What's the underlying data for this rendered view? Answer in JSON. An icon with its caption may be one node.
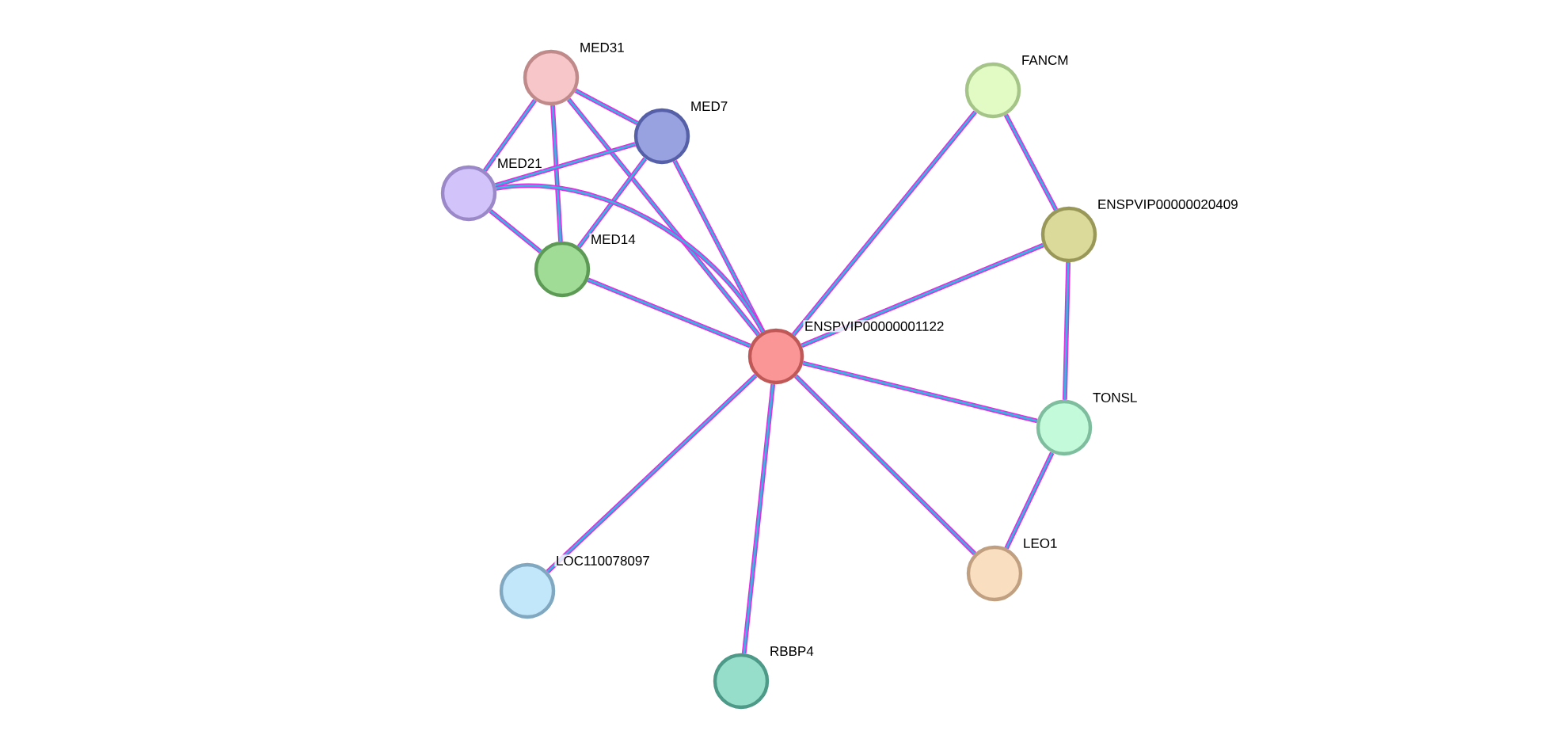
{
  "diagram": {
    "nodes": [
      {
        "text": [
          "MED31"
        ]
      },
      {
        "text": [
          "MED7"
        ]
      },
      {
        "text": [
          "MED21"
        ]
      },
      {
        "text": [
          "MED14"
        ]
      },
      {
        "text": [
          "FANCM"
        ]
      },
      {
        "text": [
          "ENSPVIP00000020409"
        ]
      },
      {
        "text": [
          "ENSPVIP00000001122"
        ]
      },
      {
        "text": [
          "TONSL"
        ]
      },
      {
        "text": [
          "LEO1"
        ]
      },
      {
        "text": [
          "LOC110078097"
        ]
      },
      {
        "text": [
          "RBBP4"
        ]
      }
    ],
    "edges": [
      {
        "from": 0,
        "to": 1,
        "arrow": "none"
      },
      {
        "from": 0,
        "to": 2,
        "arrow": "none"
      },
      {
        "from": 0,
        "to": 3,
        "arrow": "none"
      },
      {
        "from": 0,
        "to": 6,
        "arrow": "none"
      },
      {
        "from": 1,
        "to": 2,
        "arrow": "none"
      },
      {
        "from": 1,
        "to": 3,
        "arrow": "none"
      },
      {
        "from": 1,
        "to": 6,
        "arrow": "none"
      },
      {
        "from": 2,
        "to": 3,
        "arrow": "none"
      },
      {
        "from": 2,
        "to": 6,
        "arrow": "none"
      },
      {
        "from": 3,
        "to": 6,
        "arrow": "none"
      },
      {
        "from": 4,
        "to": 6,
        "arrow": "none"
      },
      {
        "from": 4,
        "to": 5,
        "arrow": "none"
      },
      {
        "from": 5,
        "to": 6,
        "arrow": "none"
      },
      {
        "from": 5,
        "to": 7,
        "arrow": "none"
      },
      {
        "from": 7,
        "to": 6,
        "arrow": "none"
      },
      {
        "from": 7,
        "to": 8,
        "arrow": "none"
      },
      {
        "from": 8,
        "to": 6,
        "arrow": "none"
      },
      {
        "from": 9,
        "to": 6,
        "arrow": "none"
      },
      {
        "from": 10,
        "to": 6,
        "arrow": "none"
      }
    ]
  }
}
